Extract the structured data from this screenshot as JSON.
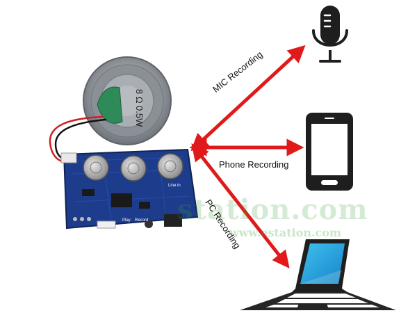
{
  "labels": {
    "mic_recording": "MIC Recording",
    "phone_recording": "Phone Recording",
    "pc_recording": "PC Recording"
  },
  "speaker": {
    "marking_1": "8 Ω",
    "marking_2": "0.5W"
  },
  "board": {
    "play_label": "Play",
    "record_label": "Record",
    "line_in_label": "Line in"
  },
  "watermark": {
    "large": "station.com",
    "small": "www.estation.com"
  },
  "colors": {
    "arrow": "#e01a1a",
    "pcb": "#1d3c8c",
    "speaker_metal": "#9aa0a6",
    "device_dark": "#1e1e1e",
    "screen_blue": "#23a7e0"
  }
}
